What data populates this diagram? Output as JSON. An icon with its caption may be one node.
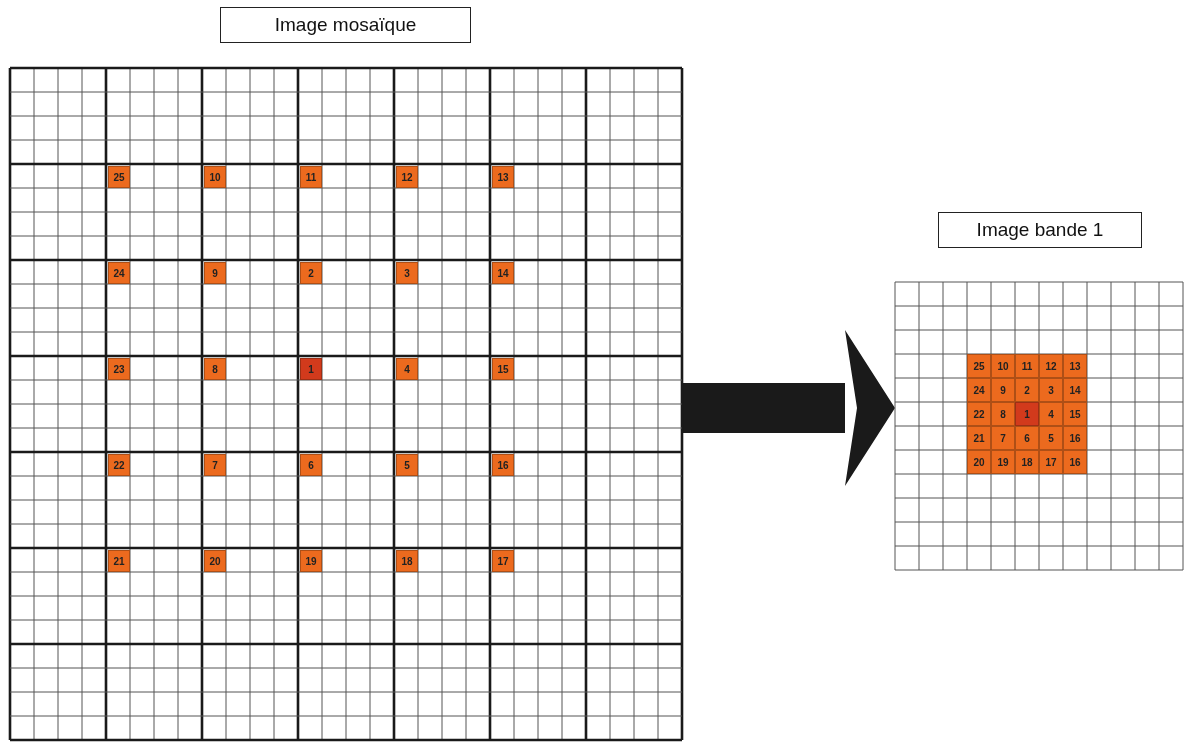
{
  "diagram": {
    "nodes": [
      {
        "text": [
          "Image mosaïque"
        ]
      },
      {
        "text": [
          "25",
          "10",
          "11",
          "12",
          "13",
          "24",
          "9",
          "2",
          "3",
          "14",
          "23",
          "8",
          "1",
          "4",
          "15",
          "22",
          "7",
          "6",
          "5",
          "16",
          "21",
          "20",
          "19",
          "18",
          "17"
        ]
      },
      {
        "text": [
          "Image bande 1"
        ]
      },
      {
        "text": [
          "25",
          "10",
          "11",
          "12",
          "13",
          "24",
          "9",
          "2",
          "3",
          "14",
          "22",
          "8",
          "1",
          "4",
          "15",
          "21",
          "7",
          "6",
          "5",
          "16",
          "20",
          "19",
          "18",
          "17",
          "16"
        ]
      }
    ],
    "edges": [
      {
        "from": 1,
        "to": 3,
        "arrow": "to"
      }
    ]
  }
}
